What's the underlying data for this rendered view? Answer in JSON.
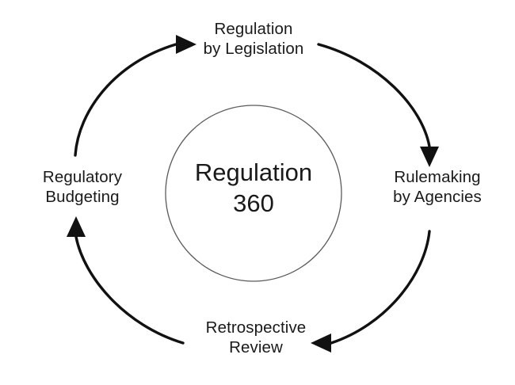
{
  "diagram": {
    "title": "Regulation 360",
    "center": {
      "line1": "Regulation",
      "line2": "360",
      "text": "Regulation\n360"
    },
    "colors": {
      "background": "#ffffff",
      "text": "#1a1a1a",
      "arrow": "#111111",
      "circle_stroke": "#5a5a5a"
    },
    "stages": [
      {
        "id": "legislation",
        "position": "top",
        "line1": "Regulation",
        "line2": "by Legislation",
        "text": "Regulation\nby Legislation"
      },
      {
        "id": "rulemaking",
        "position": "right",
        "line1": "Rulemaking",
        "line2": "by Agencies",
        "text": "Rulemaking\nby Agencies"
      },
      {
        "id": "retrospective",
        "position": "bottom",
        "line1": "Retrospective",
        "line2": "Review",
        "text": "Retrospective\nReview"
      },
      {
        "id": "budgeting",
        "position": "left",
        "line1": "Regulatory",
        "line2": "Budgeting",
        "text": "Regulatory\nBudgeting"
      }
    ],
    "arrows": [
      {
        "id": "budgeting-to-legislation",
        "from": "budgeting",
        "to": "legislation",
        "direction": "clockwise",
        "head": "right"
      },
      {
        "id": "legislation-to-rulemaking",
        "from": "legislation",
        "to": "rulemaking",
        "direction": "clockwise",
        "head": "down"
      },
      {
        "id": "rulemaking-to-retrospective",
        "from": "rulemaking",
        "to": "retrospective",
        "direction": "clockwise",
        "head": "left"
      },
      {
        "id": "retrospective-to-budgeting",
        "from": "retrospective",
        "to": "budgeting",
        "direction": "clockwise",
        "head": "up"
      }
    ]
  }
}
